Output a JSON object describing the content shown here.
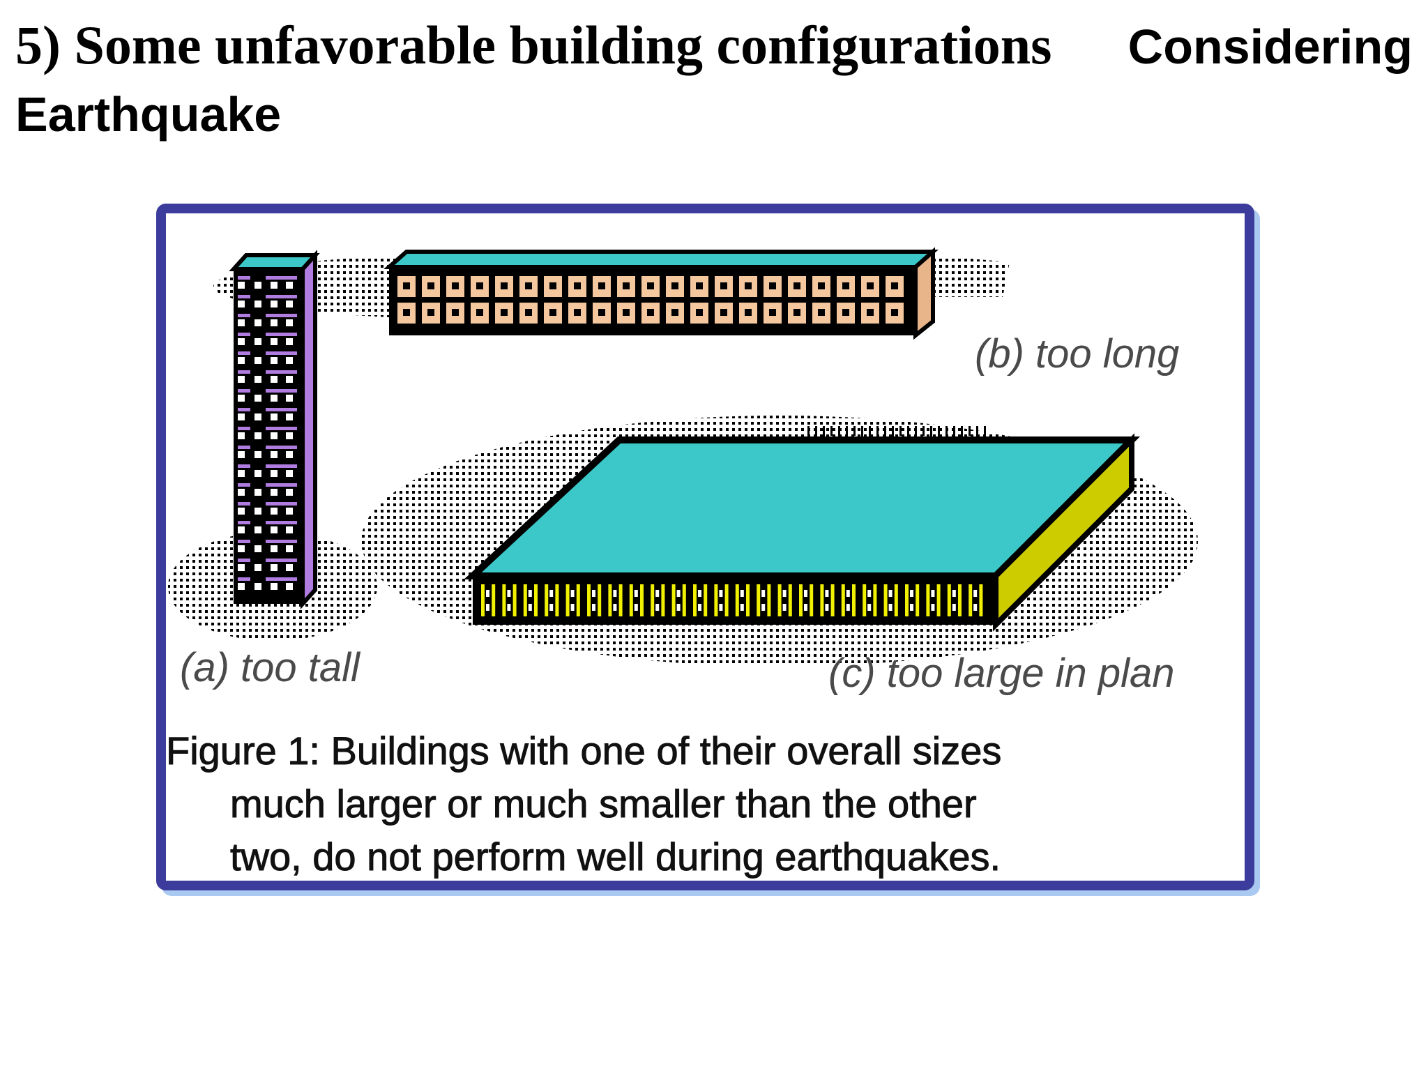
{
  "heading": {
    "part1": "5) Some unfavorable building configurations",
    "part2": "Considering",
    "part3": "Earthquake"
  },
  "figure": {
    "labels": {
      "tall": "(a) too tall",
      "long": "(b) too long",
      "large": "(c) too large in plan"
    },
    "caption": [
      "Figure 1: Buildings with one of their overall sizes",
      "much larger or much smaller than the other",
      "two, do not perform well during earthquakes."
    ],
    "colors": {
      "frame": "#3b3c9c",
      "roof": "#3cc8c8",
      "tall_side": "#b07ce0",
      "long_facade": "#f5c79e",
      "plan_facade": "#f0f000",
      "plan_side": "#cccc00",
      "shadow": "#000000"
    }
  }
}
